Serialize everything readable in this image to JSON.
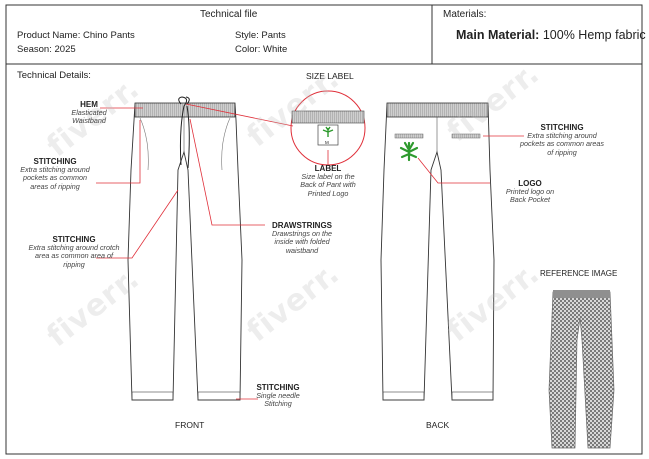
{
  "header": {
    "title": "Technical file",
    "product_name_label": "Product Name:",
    "product_name": "Chino Pants",
    "season_label": "Season:",
    "season": "2025",
    "style_label": "Style:",
    "style": "Pants",
    "color_label": "Color:",
    "color": "White"
  },
  "materials": {
    "heading": "Materials:",
    "main_label": "Main Material:",
    "main_value": "100% Hemp fabric"
  },
  "details": {
    "heading": "Technical Details:",
    "size_label_title": "SIZE LABEL",
    "size_tag_text": "M",
    "front_label": "FRONT",
    "back_label": "BACK",
    "reference_title": "REFERENCE IMAGE"
  },
  "callouts": {
    "hem_title": "HEM",
    "hem_text": "Elasticated Waistband",
    "stitching_pockets_title": "STITCHING",
    "stitching_pockets_text": "Extra stitching around pockets as common areas of ripping",
    "stitching_crotch_title": "STITCHING",
    "stitching_crotch_text": "Extra stitching around crotch area as common area of ripping",
    "label_title": "LABEL",
    "label_text": "Size label on the Back of Pant with Printed Logo",
    "drawstrings_title": "DRAWSTRINGS",
    "drawstrings_text": "Drawstrings on the inside with folded waistband",
    "stitching_hem_title": "STITCHING",
    "stitching_hem_text": "Single needle Stitching",
    "stitching_back_title": "STITCHING",
    "stitching_back_text": "Extra stitching around pockets as common areas of ripping",
    "logo_title": "LOGO",
    "logo_text": "Printed logo on Back Pocket"
  },
  "watermark": "fiverr.",
  "colors": {
    "callout_line": "#e0303a",
    "frame": "#333333",
    "logo_green": "#2e9a2e",
    "waistband": "#bdbdbd"
  }
}
